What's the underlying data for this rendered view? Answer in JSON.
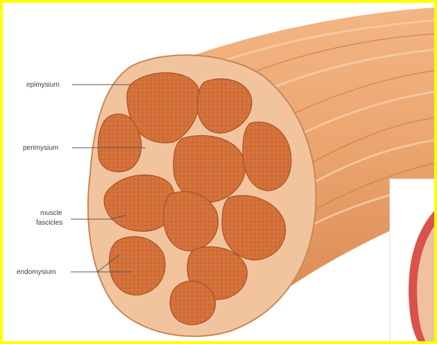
{
  "labels": {
    "epimysium": "epimysium",
    "perimysium": "perimysium",
    "muscle_line1": "muscle",
    "muscle_line2": "fascicles",
    "endomysium": "endomysium"
  },
  "colors": {
    "frame": "#ffff00",
    "background": "#ffffff",
    "muscle_outer": "#e8a06c",
    "muscle_light": "#f5c39a",
    "sheath": "#f2c49d",
    "fascicle": "#d4703a",
    "fascicle_dark": "#b9572b",
    "line": "#555555"
  },
  "icons": [
    "muscle-cross-section-illustration",
    "second-muscle-illustration-fragment"
  ]
}
